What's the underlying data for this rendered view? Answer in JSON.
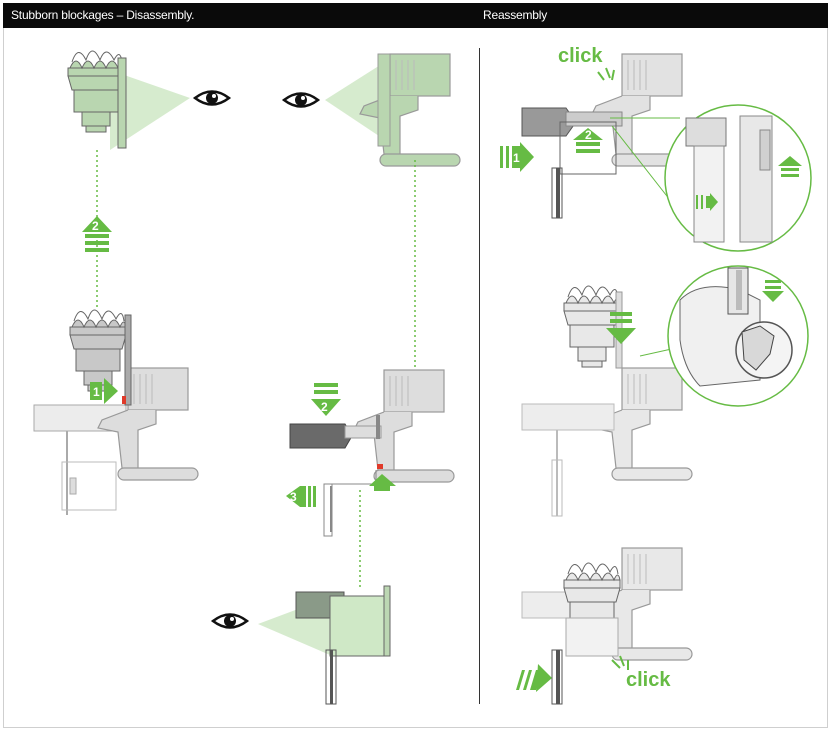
{
  "header": {
    "left_title": "Stubborn blockages – Disassembly.",
    "right_title": "Reassembly"
  },
  "steps": {
    "step1": "1",
    "step2_top": "2",
    "step2_middle": "2",
    "step3": "3",
    "reassembly_step1": "1",
    "reassembly_step2": "2"
  },
  "labels": {
    "click_top": "click",
    "click_bottom": "click"
  },
  "colors": {
    "accent_green": "#66bb44",
    "part_green_fill": "#b9d6b0",
    "part_outline": "#9a9a9a",
    "header_bg": "#0a0a0a",
    "release_red": "#e03a2a"
  },
  "icons": [
    "eye-icon",
    "arrow-up-icon",
    "arrow-down-icon",
    "arrow-right-icon",
    "arrow-left-icon"
  ]
}
